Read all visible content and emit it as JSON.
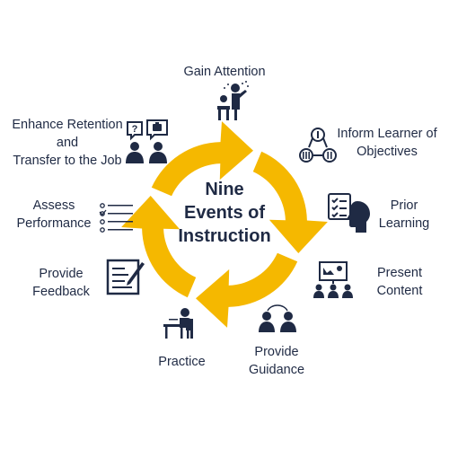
{
  "title": [
    "Nine",
    "Events of",
    "Instruction"
  ],
  "colors": {
    "ring": "#f5b800",
    "ink": "#1f2a44"
  },
  "events": {
    "gain_attention": {
      "lines": [
        "Gain Attention"
      ],
      "icon": "presenter-shouting-icon"
    },
    "inform_objectives": {
      "lines": [
        "Inform Learner of",
        "Objectives"
      ],
      "icon": "numbered-steps-cycle-icon"
    },
    "prior_learning": {
      "lines": [
        "Prior",
        "Learning"
      ],
      "icon": "head-checklist-icon"
    },
    "present_content": {
      "lines": [
        "Present",
        "Content"
      ],
      "icon": "presentation-board-audience-icon"
    },
    "provide_guidance": {
      "lines": [
        "Provide",
        "Guidance"
      ],
      "icon": "two-people-connected-icon"
    },
    "practice": {
      "lines": [
        "Practice"
      ],
      "icon": "person-at-desk-icon"
    },
    "provide_feedback": {
      "lines": [
        "Provide",
        "Feedback"
      ],
      "icon": "notepad-pencil-icon"
    },
    "assess_performance": {
      "lines": [
        "Assess",
        "Performance"
      ],
      "icon": "checklist-lines-icon"
    },
    "enhance_retention": {
      "lines": [
        "Enhance Retention",
        "and",
        "Transfer to the Job"
      ],
      "icon": "two-people-speech-bubbles-icon"
    }
  }
}
